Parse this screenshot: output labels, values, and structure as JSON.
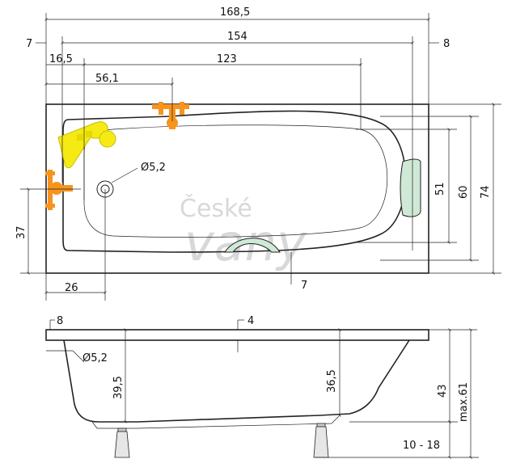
{
  "watermark": {
    "line1": "České",
    "line2": "vany"
  },
  "top_view": {
    "dims": {
      "total_length": "168,5",
      "inner_length": "154",
      "basin_length": "123",
      "left_offset": "16,5",
      "faucet_offset": "56,1",
      "drain_offset": "26",
      "drain_height": "37",
      "left_margin": "7",
      "right_margin": "8",
      "bottom_margin": "7",
      "drain_diameter": "Ø5,2",
      "basin_width": "51",
      "inner_width": "60",
      "total_width": "74"
    }
  },
  "side_view": {
    "dims": {
      "rim_thickness": "4",
      "left_rim": "8",
      "overflow_diameter": "Ø5,2",
      "depth_left": "39,5",
      "depth_right": "36,5",
      "height": "43",
      "max_height": "max.61",
      "leg_range": "10 - 18"
    }
  },
  "colors": {
    "line": "#222222",
    "faucet": "#f7941d",
    "hand_shower": "#f5ea14",
    "headrest": "#cfe9d6",
    "grip": "#cfe9d6"
  }
}
